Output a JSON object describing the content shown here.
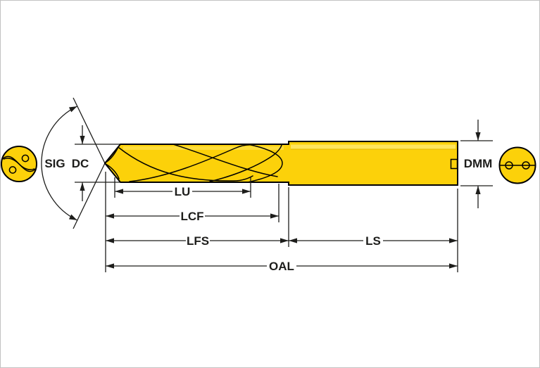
{
  "labels": {
    "sig": "SIG",
    "dc": "DC",
    "dmm": "DMM",
    "lu": "LU",
    "lcf": "LCF",
    "lfs": "LFS",
    "ls": "LS",
    "oal": "OAL"
  },
  "colors": {
    "body_yellow": "#fcd10a",
    "highlight_yellow": "#ffe96b",
    "notch_fill": "#fffbe6",
    "outline": "#000000",
    "dimension_lines": "#1d1d1b",
    "frame_border": "#c2c2c2",
    "background": "#ffffff"
  }
}
